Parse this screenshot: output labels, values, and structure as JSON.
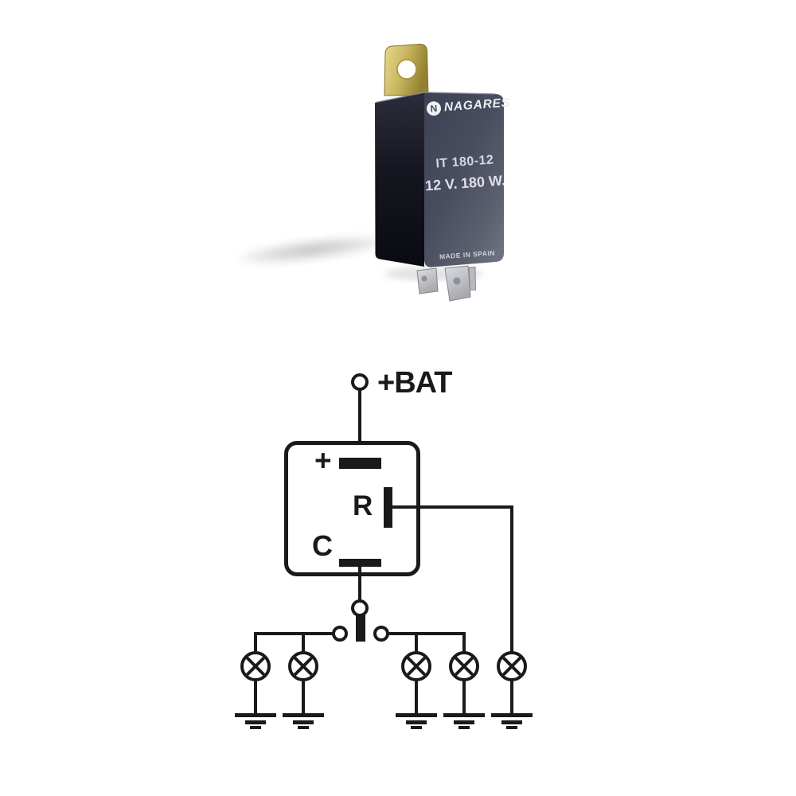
{
  "product": {
    "brand": "NAGARES",
    "logo_letter": "N",
    "model": "IT 180-12",
    "voltage": "12 V.",
    "wattage": "180 W.",
    "origin": "MADE IN SPAIN",
    "colors": {
      "front_face": "#484c5f",
      "side_face": "#15161f",
      "mounting_tab": "#c9b660",
      "terminals": "#c0c1c7",
      "label_text": "#e8eaf0"
    }
  },
  "schematic": {
    "battery_label": "+BAT",
    "relay": {
      "plus_label": "+",
      "resistor_label": "R",
      "capacitor_label": "C"
    },
    "line_color": "#1a1a1a",
    "background": "#ffffff",
    "lamps": {
      "left_group": 2,
      "right_group": 2,
      "indicator": 1,
      "total": 5
    },
    "ground_count": 5
  }
}
